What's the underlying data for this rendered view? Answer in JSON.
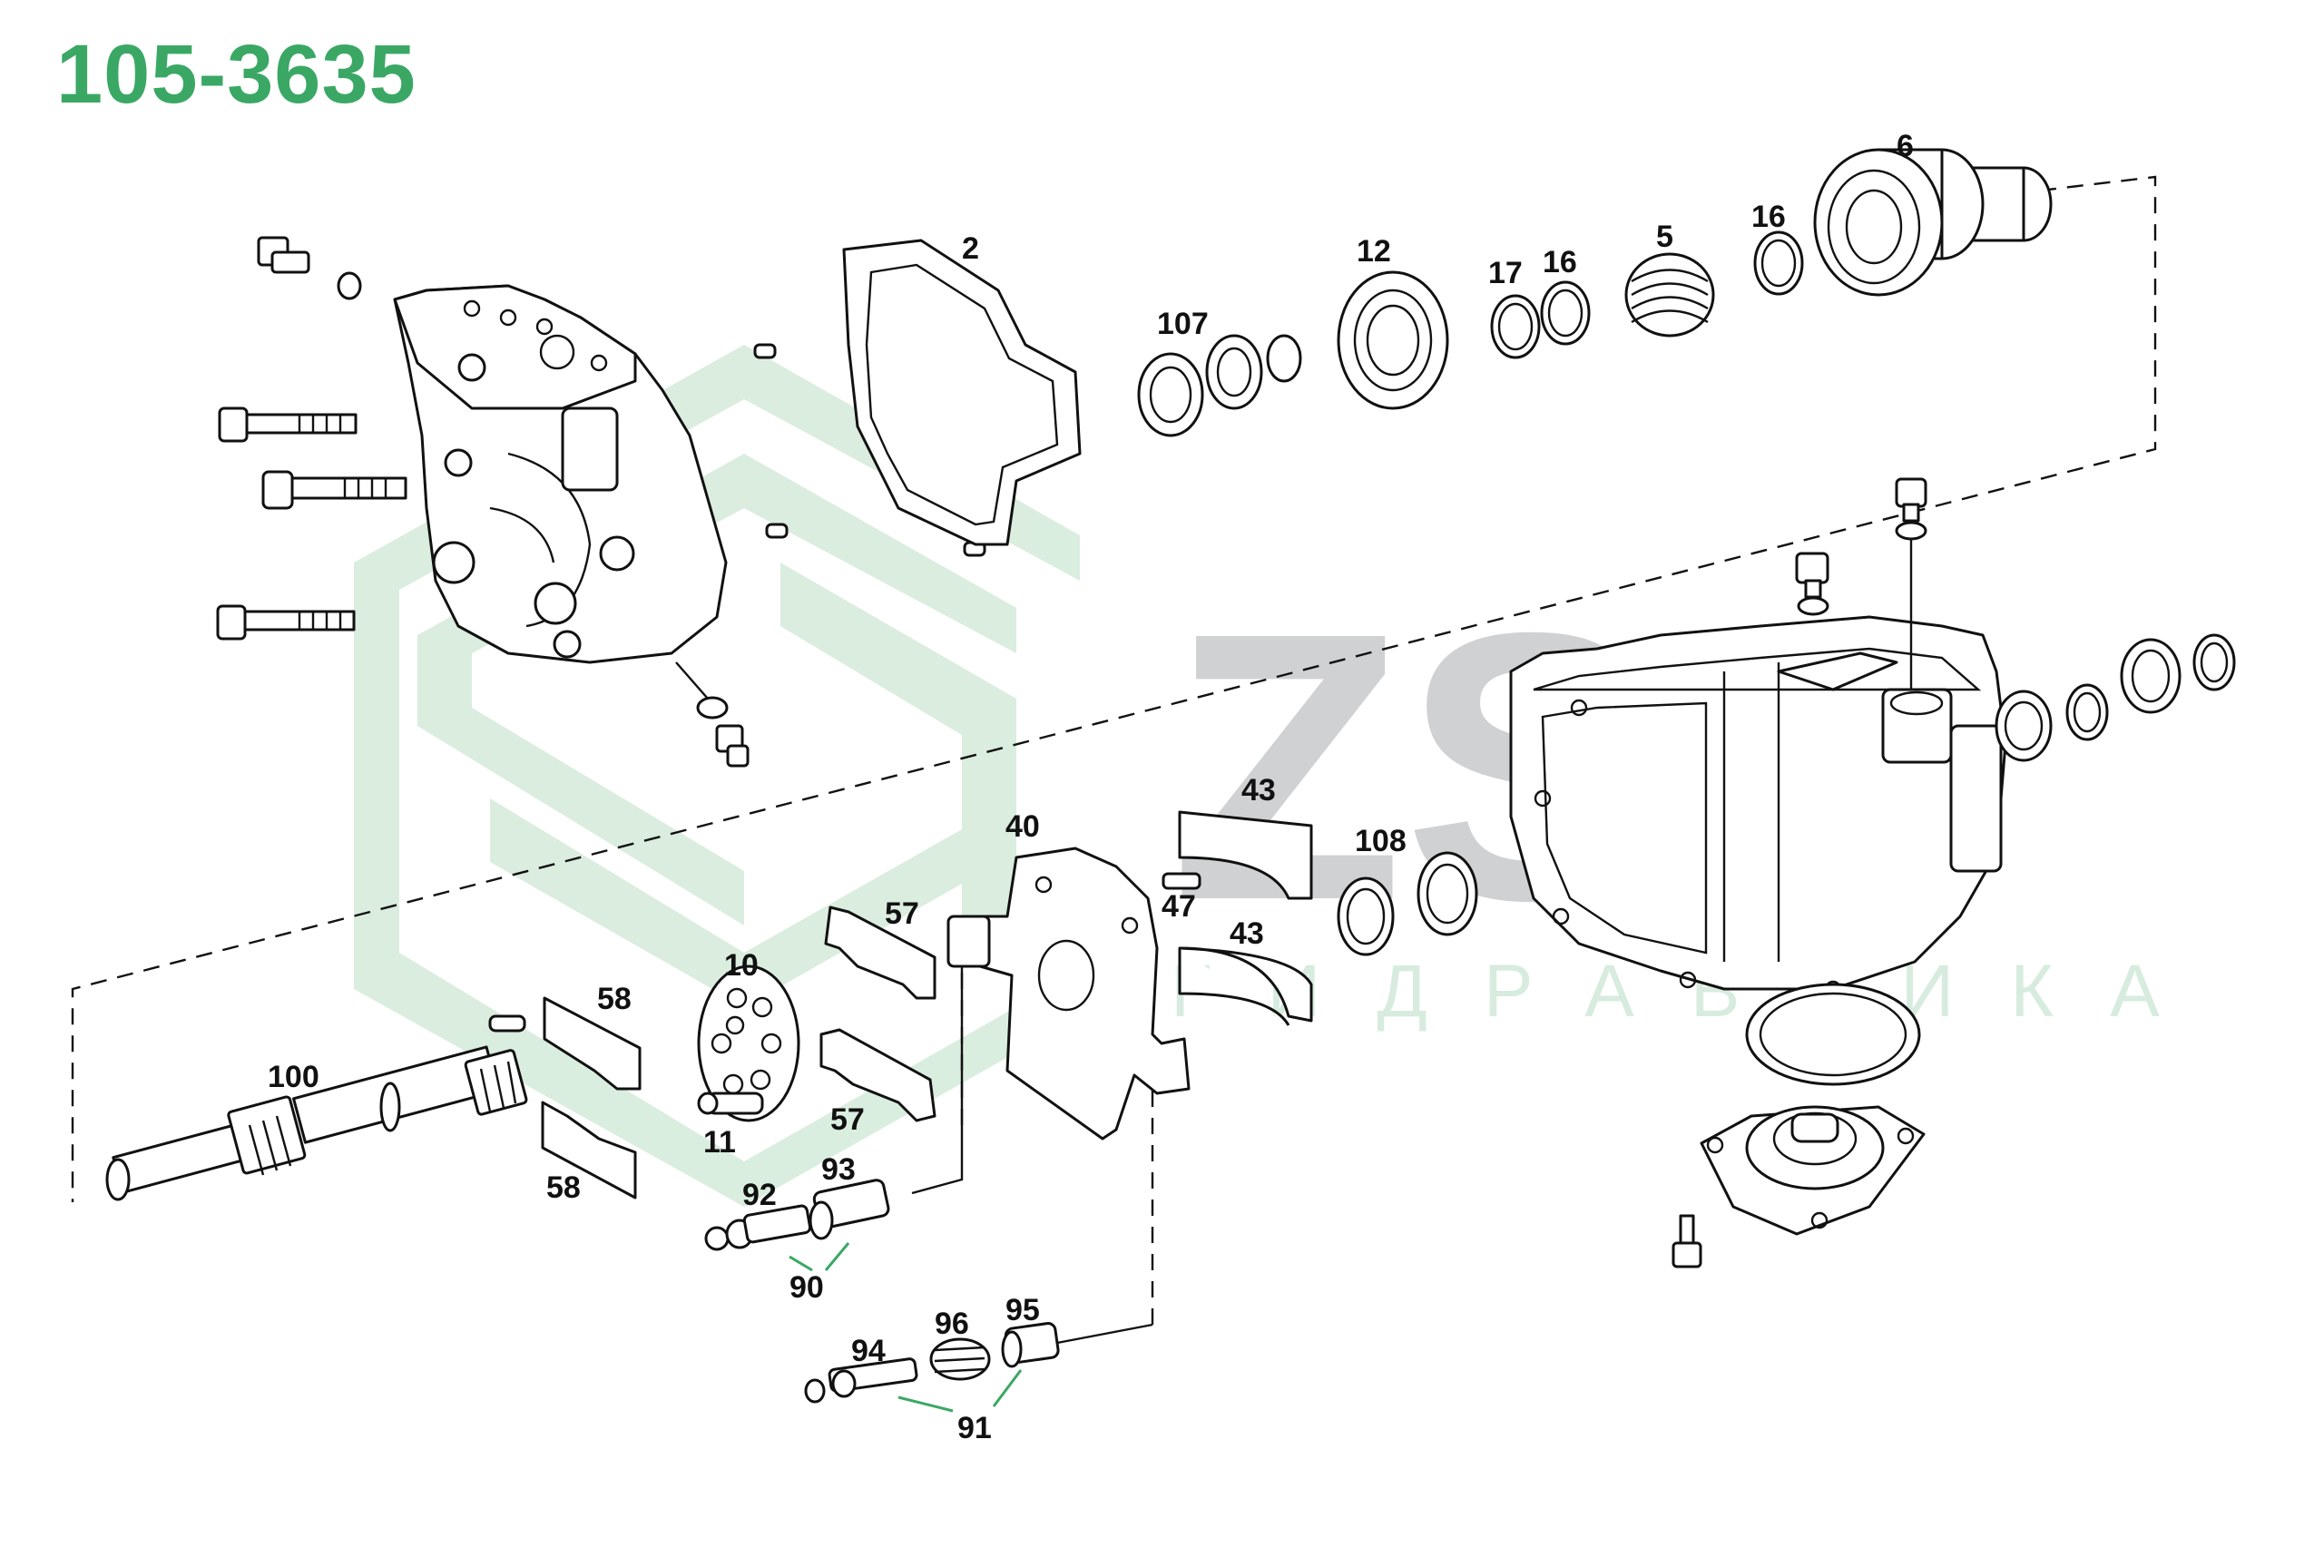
{
  "title": "105-3635",
  "watermark": {
    "brand": "ZSK",
    "subtitle": "ГИДРАВЛИКА",
    "logo_color": "#d6ecdc",
    "brand_color": "#cfd1d2"
  },
  "accent_color": "#3aa864",
  "callouts": [
    "2",
    "6",
    "12",
    "107",
    "17",
    "16",
    "5",
    "16",
    "43",
    "40",
    "108",
    "47",
    "43",
    "57",
    "10",
    "58",
    "100",
    "11",
    "57",
    "58",
    "92",
    "93",
    "90",
    "94",
    "96",
    "95",
    "91"
  ]
}
